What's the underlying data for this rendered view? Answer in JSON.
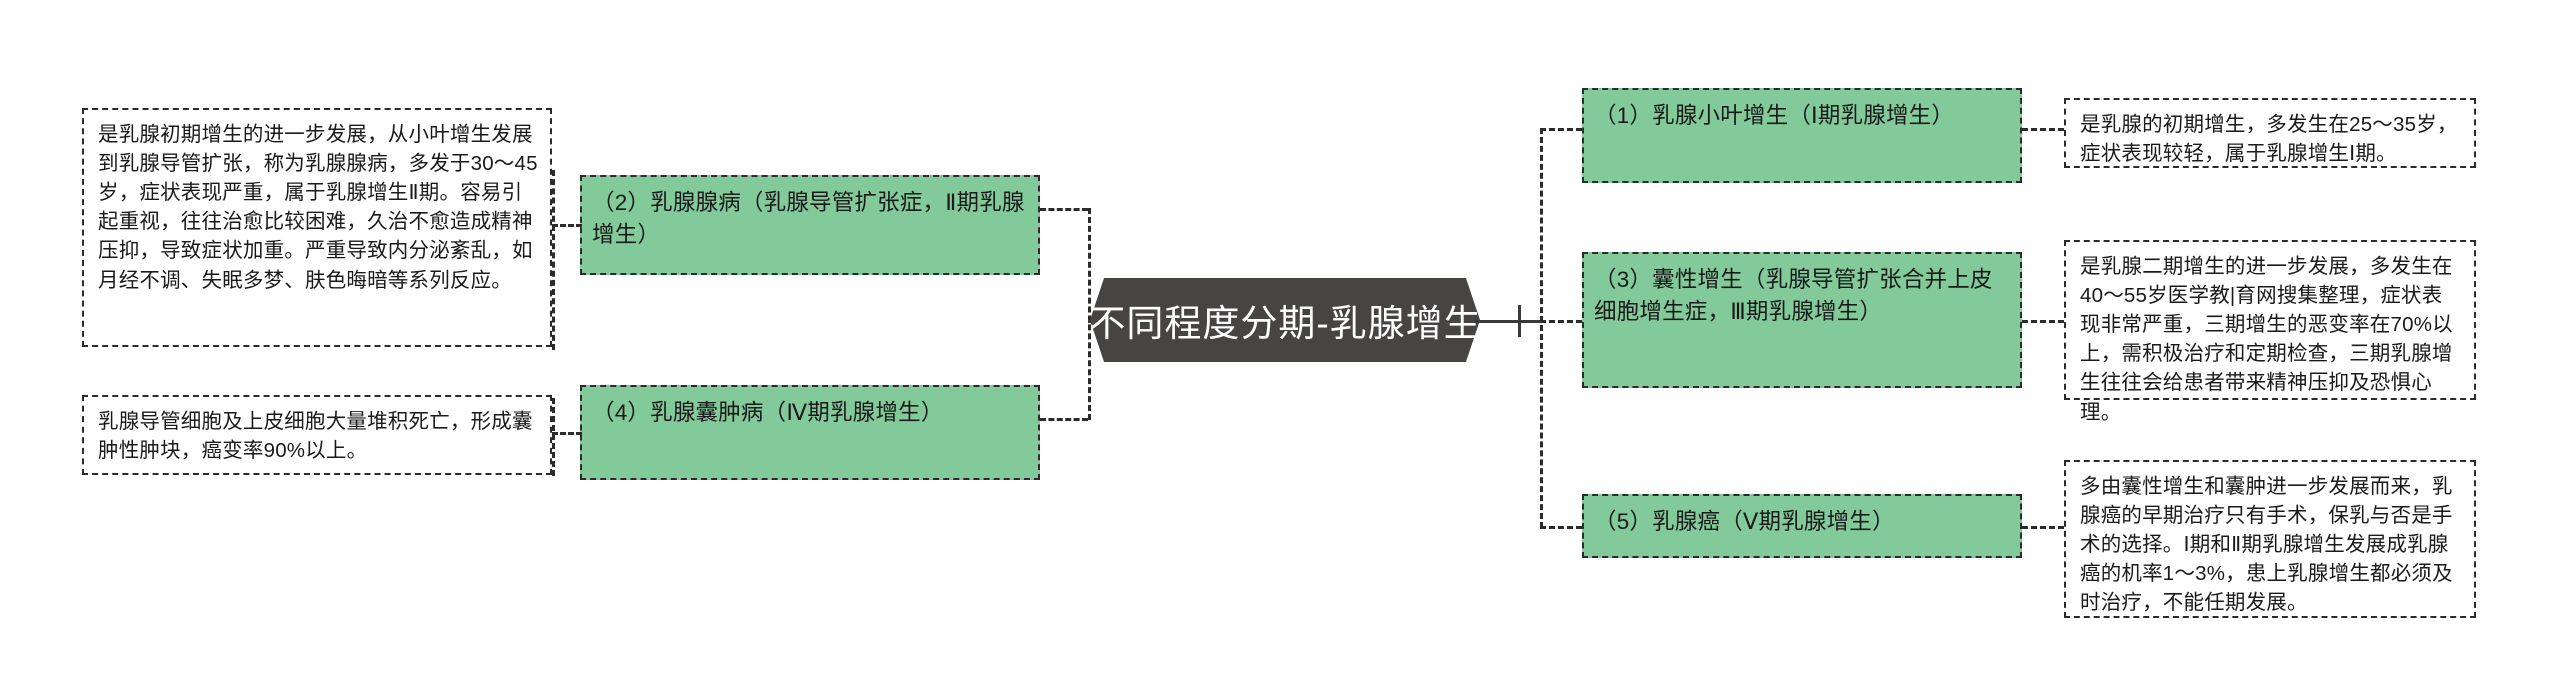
{
  "diagram": {
    "type": "mind-map",
    "orientation": "horizontal-bidirectional",
    "center": {
      "label": "不同程度分期-乳腺增生",
      "fill": "#474444",
      "text_color": "#ffffff",
      "shape": "hexagon"
    },
    "palette": {
      "node_fill": "#83ca9b",
      "node_border": "#2b2b2b",
      "leaf_fill": "#ffffff",
      "leaf_border": "#2b2b2b",
      "connector": "#2b2b2b",
      "background": "#ffffff"
    },
    "left_branch": {
      "nodes": [
        {
          "id": "n2",
          "label": "（2）乳腺腺病（乳腺导管扩张症，Ⅱ期乳腺增生）",
          "detail": "是乳腺初期增生的进一步发展，从小叶增生发展到乳腺导管扩张，称为乳腺腺病，多发于30～45岁，症状表现严重，属于乳腺增生Ⅱ期。容易引起重视，往往治愈比较困难，久治不愈造成精神压抑，导致症状加重。严重导致内分泌紊乱，如月经不调、失眠多梦、肤色晦暗等系列反应。"
        },
        {
          "id": "n4",
          "label": "（4）乳腺囊肿病（Ⅳ期乳腺增生）",
          "detail": "乳腺导管细胞及上皮细胞大量堆积死亡，形成囊肿性肿块，癌变率90%以上。"
        }
      ]
    },
    "right_branch": {
      "nodes": [
        {
          "id": "n1",
          "label": "（1）乳腺小叶增生（Ⅰ期乳腺增生）",
          "detail": "是乳腺的初期增生，多发生在25～35岁，症状表现较轻，属于乳腺增生Ⅰ期。"
        },
        {
          "id": "n3",
          "label": "（3）囊性增生（乳腺导管扩张合并上皮细胞增生症，Ⅲ期乳腺增生）",
          "detail": "是乳腺二期增生的进一步发展，多发生在40～55岁医学教|育网搜集整理，症状表现非常严重，三期增生的恶变率在70%以上，需积极治疗和定期检查，三期乳腺增生往往会给患者带来精神压抑及恐惧心理。"
        },
        {
          "id": "n5",
          "label": "（5）乳腺癌（Ⅴ期乳腺增生）",
          "detail": "多由囊性增生和囊肿进一步发展而来，乳腺癌的早期治疗只有手术，保乳与否是手术的选择。Ⅰ期和Ⅱ期乳腺增生发展成乳腺癌的机率1～3%，患上乳腺增生都必须及时治疗，不能任期发展。"
        }
      ]
    }
  }
}
